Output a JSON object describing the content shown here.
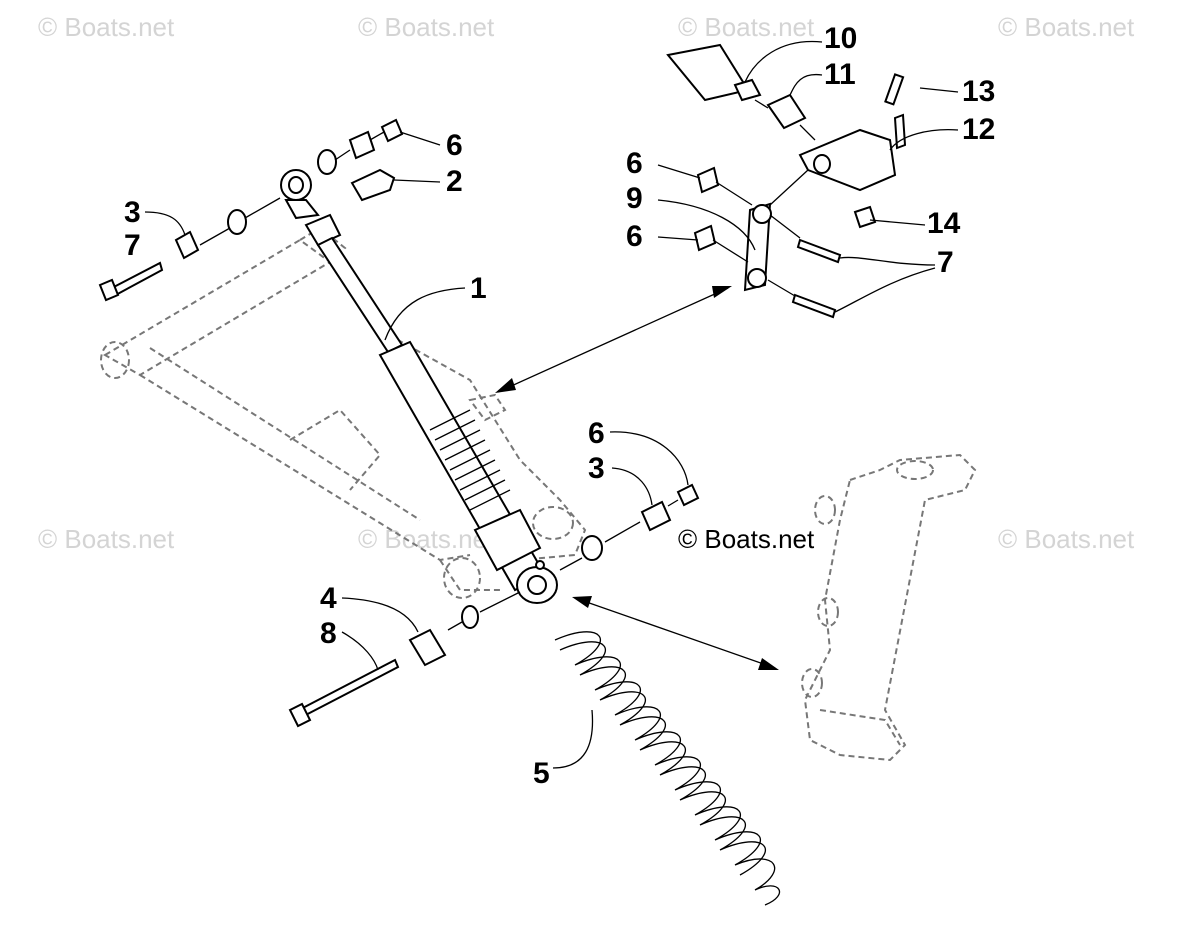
{
  "watermarks": [
    "© Boats.net",
    "© Boats.net",
    "© Boats.net",
    "© Boats.net",
    "© Boats.net",
    "© Boats.net",
    "© Boats.net"
  ],
  "copyright": "© Boats.net",
  "callouts": [
    "10",
    "11",
    "13",
    "12",
    "6",
    "2",
    "3",
    "7",
    "6",
    "9",
    "6",
    "14",
    "7",
    "1",
    "6",
    "3",
    "4",
    "8",
    "5"
  ]
}
